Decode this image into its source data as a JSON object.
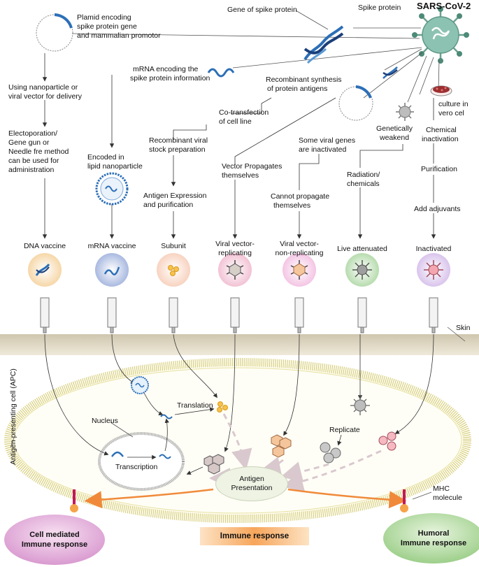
{
  "sars": {
    "title": "SARS-CoV-2",
    "spike_protein": "Spike protein"
  },
  "top_labels": {
    "gene_spike": "Gene of spike protein",
    "plasmid_line1": "Plamid encoding",
    "plasmid_line2": "spike protein gene",
    "plasmid_line3": "and mammalian promotor",
    "mrna_line1": "mRNA encoding the",
    "mrna_line2": "spike protein information",
    "recomb_line1": "Recombinant synthesis",
    "recomb_line2": "of protein antigens",
    "cotrans_line1": "Co-transfection",
    "cotrans_line2": "of cell line",
    "culture_line1": "culture in",
    "culture_line2": "vero cel"
  },
  "paths": {
    "dna_1a": "Using nanoparticle or",
    "dna_1b": "viral vector for delivery",
    "dna_2a": "Electoporation/",
    "dna_2b": "Gene gun or",
    "dna_2c": "Needle fre method",
    "dna_2d": "can be used for",
    "dna_2e": "administration",
    "mrna_1a": "Encoded in",
    "mrna_1b": "lipid nanoparticle",
    "sub_1a": "Recombinant viral",
    "sub_1b": "stock preparation",
    "sub_2a": "Antigen Expression",
    "sub_2b": "and purification",
    "vr_1a": "Vector Propagates",
    "vr_1b": "themselves",
    "vnr_1a": "Some viral genes",
    "vnr_1b": "are inactivated",
    "vnr_2a": "Cannot propagate",
    "vnr_2b": "themselves",
    "la_1a": "Genetically",
    "la_1b": "weakend",
    "la_2a": "Radiation/",
    "la_2b": "chemicals",
    "in_1a": "Chemical",
    "in_1b": "inactivation",
    "in_2": "Purification",
    "in_3": "Add adjuvants"
  },
  "vaccines": {
    "dna": "DNA vaccine",
    "mrna": "mRNA vaccine",
    "subunit": "Subunit",
    "vr_a": "Viral vector-",
    "vr_b": "replicating",
    "vnr_a": "Viral vector-",
    "vnr_b": "non-replicating",
    "live": "Live attenuated",
    "inact": "Inactivated"
  },
  "cell": {
    "skin": "Skin",
    "apc": "Antigen presenting cell (APC)",
    "nucleus": "Nucleus",
    "translation": "Translation",
    "transcription": "Transcription",
    "replicate": "Replicate",
    "antigen_a": "Antigen",
    "antigen_b": "Presentation",
    "mhc_a": "MHC",
    "mhc_b": "molecule",
    "cell_med_a": "Cell mediated",
    "cell_med_b": "Immune response",
    "humoral_a": "Humoral",
    "humoral_b": "Immune response",
    "immune": "Immune response"
  },
  "colors": {
    "membrane_fill": "#f4f1c2",
    "membrane_stroke": "#c9c27a",
    "skin": "#d8cfb8",
    "virus_green": "#7fb8a6",
    "dna_blue": "#2c6fb7",
    "arrow_dashed": "#d9c9cf",
    "arrow_orange": "#f08a3a"
  }
}
